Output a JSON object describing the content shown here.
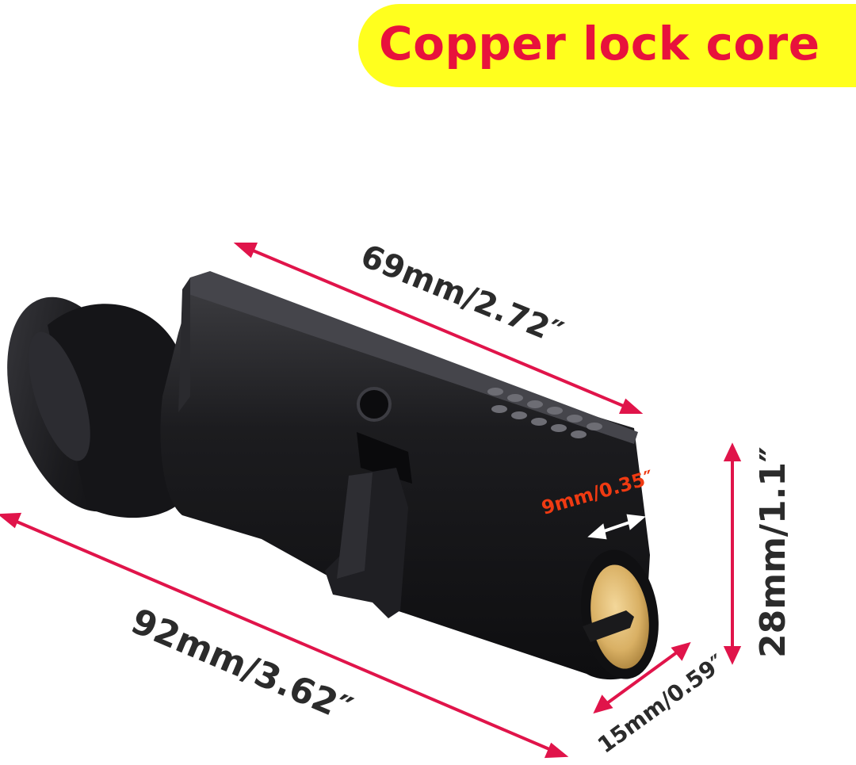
{
  "title": "Copper lock core",
  "colors": {
    "title_text": "#e8123c",
    "title_badge": "#ffff1e",
    "dimension_text": "#2b2b2b",
    "arrow": "#e0144a",
    "highlight_text": "#ef3a12",
    "lock_body": "#1c1c1f",
    "brass": "#d9b064"
  },
  "dimensions": {
    "top_length": "69mm/2.72″",
    "total_length": "92mm/3.62″",
    "height": "28mm/1.1″",
    "front_width": "15mm/0.59″",
    "cam_offset": "9mm/0.35″"
  }
}
